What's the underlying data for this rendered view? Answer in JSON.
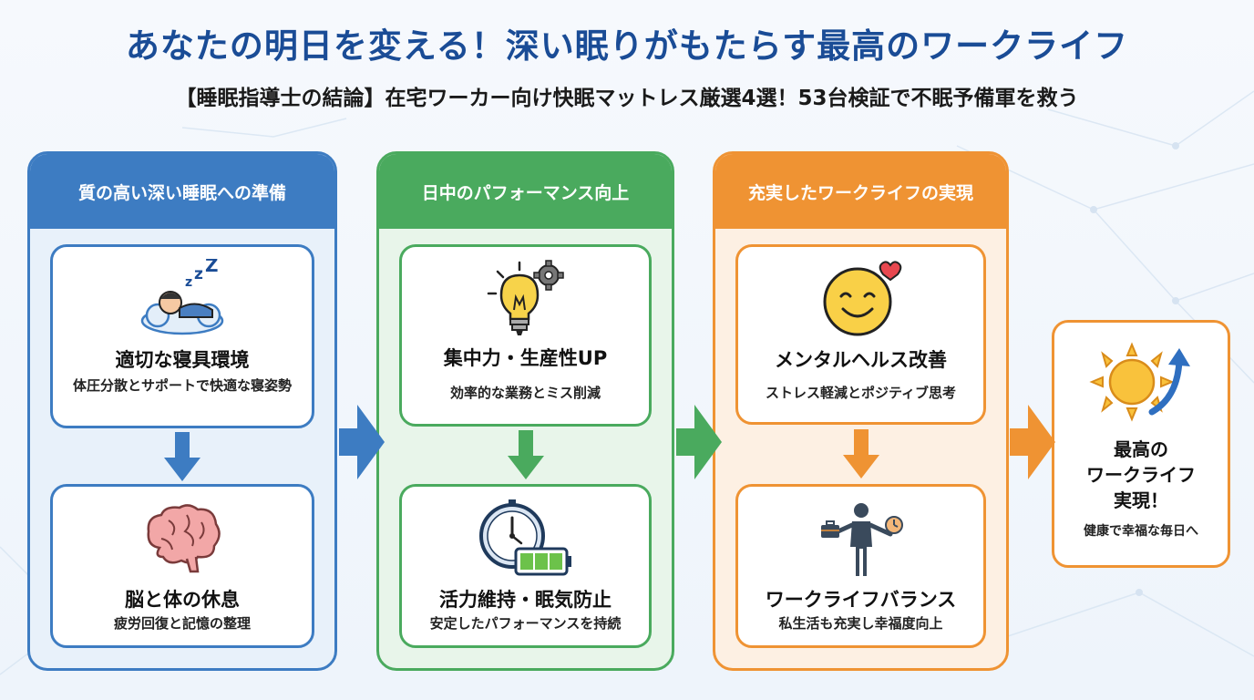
{
  "title": "あなたの明日を変える！深い眠りがもたらす最高のワークライフ",
  "subtitle": "【睡眠指導士の結論】在宅ワーカー向け快眠マットレス厳選4選！53台検証で不眠予備軍を救う",
  "columns": [
    {
      "header": "質の高い深い睡眠への準備",
      "color": "#3d7cc2",
      "cards": [
        {
          "title": "適切な寝具環境",
          "desc": "体圧分散とサポートで快適な寝姿勢",
          "icon": "sleeping-person-icon"
        },
        {
          "title": "脳と体の休息",
          "desc": "疲労回復と記憶の整理",
          "icon": "brain-icon"
        }
      ]
    },
    {
      "header": "日中のパフォーマンス向上",
      "color": "#4aaa5e",
      "cards": [
        {
          "title": "集中力・生産性UP",
          "desc": "効率的な業務とミス削減",
          "icon": "lightbulb-gear-icon"
        },
        {
          "title": "活力維持・眠気防止",
          "desc": "安定したパフォーマンスを持続",
          "icon": "clock-battery-icon"
        }
      ]
    },
    {
      "header": "充実したワークライフの実現",
      "color": "#ef9333",
      "cards": [
        {
          "title": "メンタルヘルス改善",
          "desc": "ストレス軽減とポジティブ思考",
          "icon": "smiley-heart-icon"
        },
        {
          "title": "ワークライフバランス",
          "desc": "私生活も充実し幸福度向上",
          "icon": "balance-person-icon"
        }
      ]
    }
  ],
  "final": {
    "title_line1": "最高の",
    "title_line2": "ワークライフ",
    "title_line3": "実現！",
    "desc": "健康で幸福な毎日へ",
    "icon": "sun-arrow-icon"
  }
}
